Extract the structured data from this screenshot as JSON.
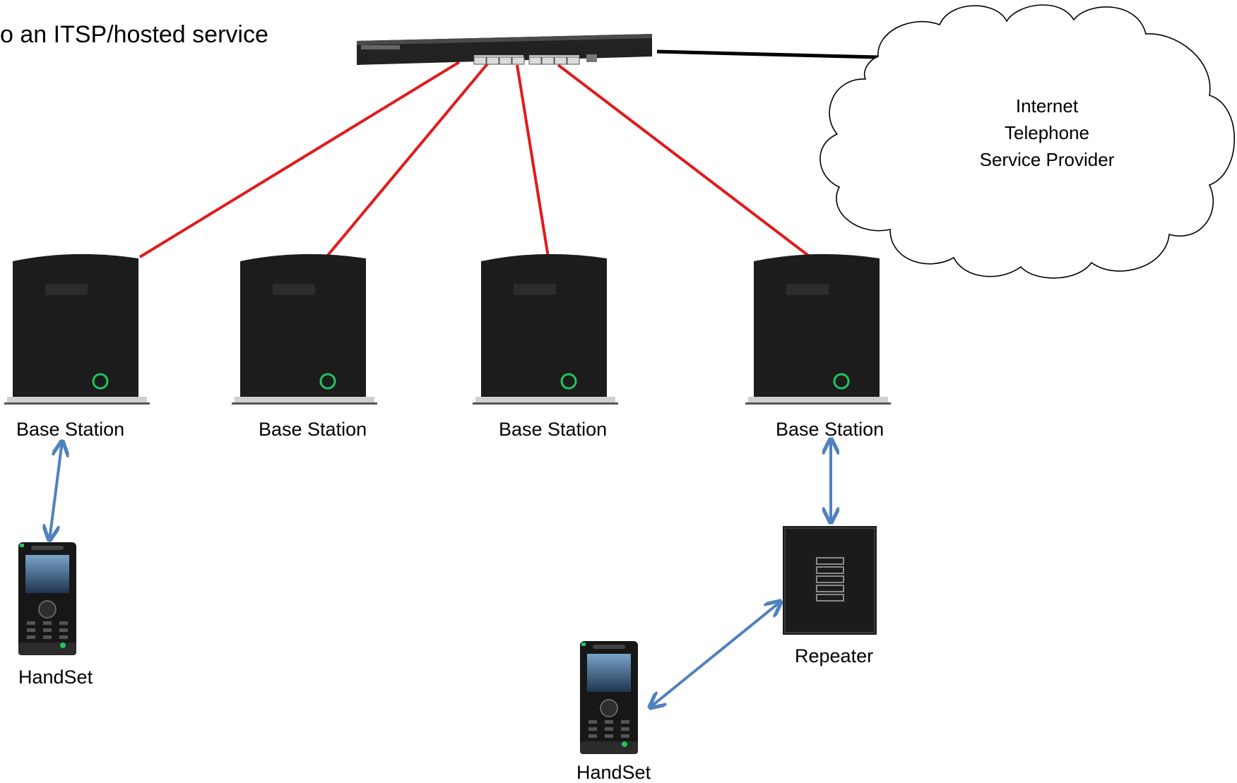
{
  "diagram": {
    "title": "o an ITSP/hosted service",
    "cloud": {
      "lines": [
        "Internet",
        "Telephone",
        "Service Provider"
      ]
    },
    "switch": {
      "icon": "network-switch-icon"
    },
    "base_stations": [
      {
        "label": "Base Station",
        "icon": "base-station-icon"
      },
      {
        "label": "Base Station",
        "icon": "base-station-icon"
      },
      {
        "label": "Base Station",
        "icon": "base-station-icon"
      },
      {
        "label": "Base Station",
        "icon": "base-station-icon"
      }
    ],
    "repeater": {
      "label": "Repeater",
      "icon": "repeater-icon"
    },
    "handsets": [
      {
        "label": "HandSet",
        "icon": "handset-icon"
      },
      {
        "label": "HandSet",
        "icon": "handset-icon"
      }
    ],
    "colors": {
      "wired_link": "#e11b1b",
      "uplink": "#000000",
      "wireless_link": "#4f81bd",
      "device_body": "#1c1c1c",
      "led": "#22c55e"
    }
  }
}
